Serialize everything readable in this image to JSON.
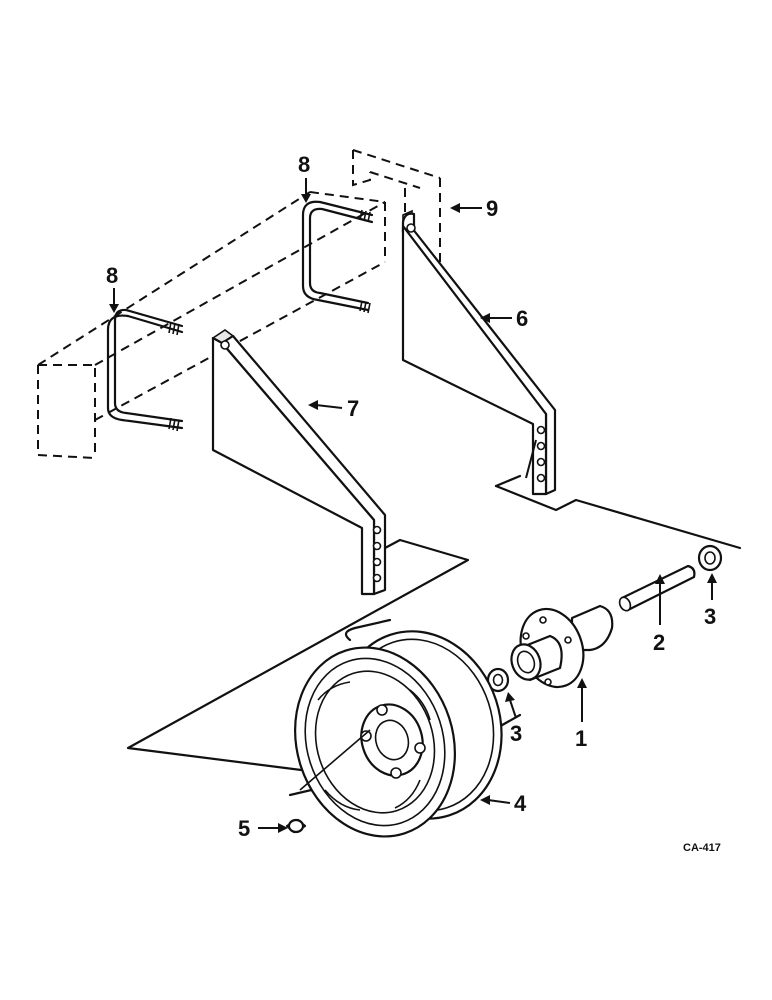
{
  "diagram": {
    "callouts": [
      {
        "id": "1",
        "label": "1"
      },
      {
        "id": "2",
        "label": "2"
      },
      {
        "id": "3a",
        "label": "3"
      },
      {
        "id": "3b",
        "label": "3"
      },
      {
        "id": "4",
        "label": "4"
      },
      {
        "id": "5",
        "label": "5"
      },
      {
        "id": "6",
        "label": "6"
      },
      {
        "id": "7",
        "label": "7"
      },
      {
        "id": "8a",
        "label": "8"
      },
      {
        "id": "8b",
        "label": "8"
      },
      {
        "id": "9",
        "label": "9"
      }
    ],
    "reference_code": "CA-417"
  }
}
